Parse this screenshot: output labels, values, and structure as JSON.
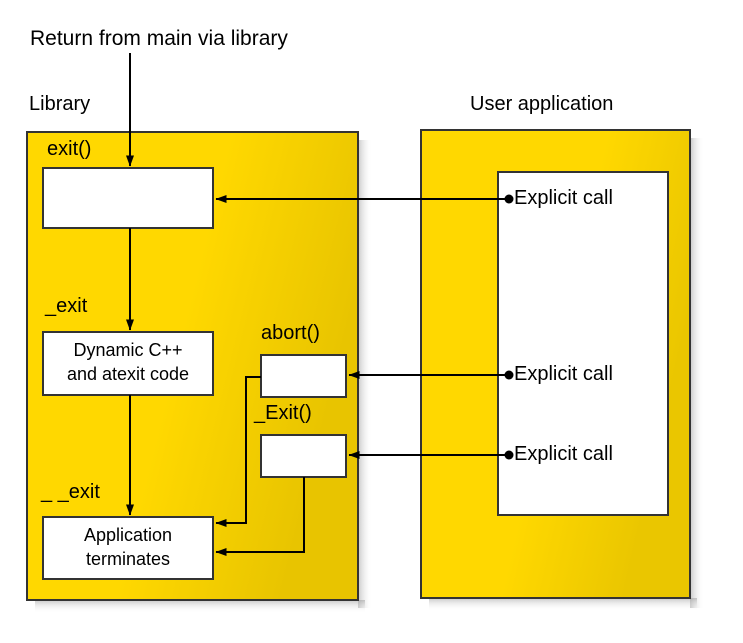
{
  "diagram": {
    "title": "Return from main via library",
    "colors": {
      "panel_fill": "#FFD800",
      "box_fill": "#FFFFFF",
      "stroke": "#333333",
      "arrow": "#000000",
      "text": "#000000",
      "page_background": "#FFFFFF"
    },
    "panels": [
      {
        "id": "library",
        "label": "Library"
      },
      {
        "id": "user_application",
        "label": "User application"
      }
    ],
    "library": {
      "label": "Library",
      "function_labels": {
        "exit": "exit()",
        "underscore_exit": "_exit",
        "double_underscore_exit": "_ _exit",
        "abort": "abort()",
        "capital_exit": "_Exit()"
      },
      "boxes": [
        {
          "id": "exit-box",
          "text": ""
        },
        {
          "id": "dynamic-box",
          "line1": "Dynamic C++",
          "line2": "and atexit code"
        },
        {
          "id": "abort-box",
          "text": ""
        },
        {
          "id": "capital-exit-box",
          "text": ""
        },
        {
          "id": "terminate-box",
          "line1": "Application",
          "line2": "terminates"
        }
      ]
    },
    "user_application": {
      "label": "User application",
      "calls": [
        {
          "id": "call-exit",
          "label": "Explicit call"
        },
        {
          "id": "call-abort",
          "label": "Explicit call"
        },
        {
          "id": "call-capital-exit",
          "label": "Explicit call"
        }
      ]
    }
  }
}
